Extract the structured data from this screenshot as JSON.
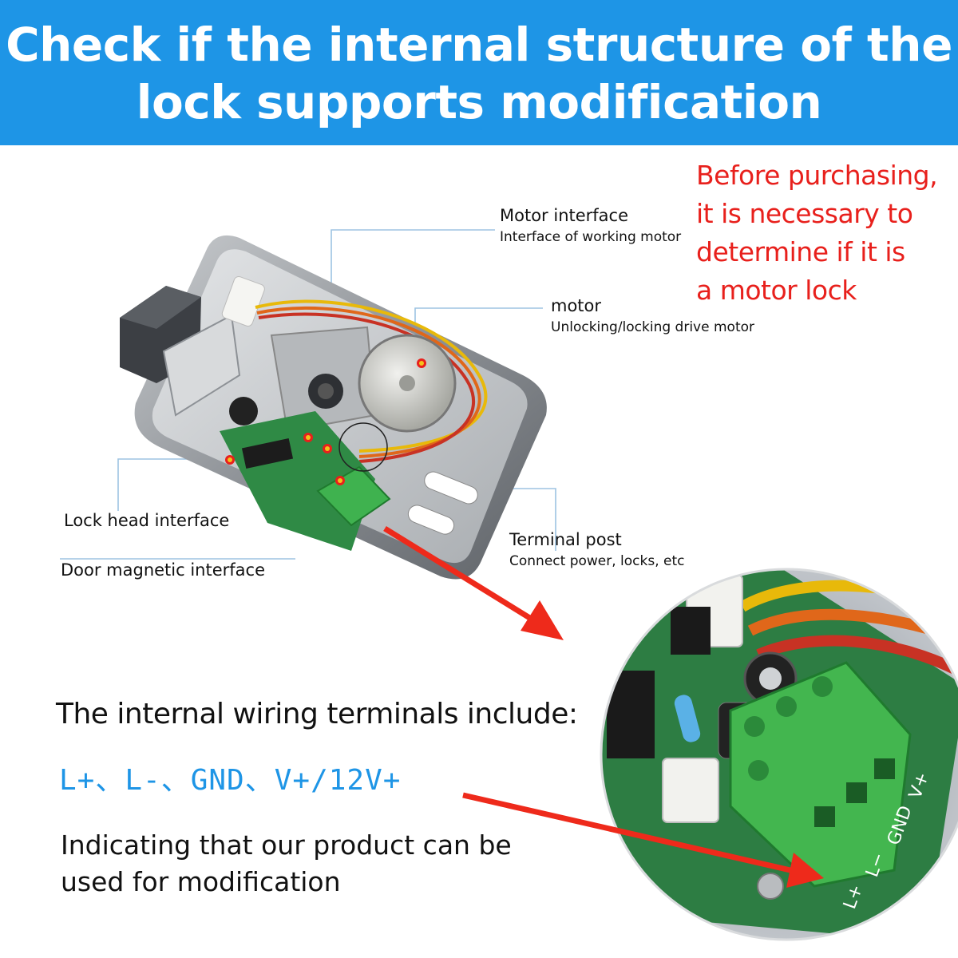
{
  "banner": {
    "line1": "Check if the internal structure of the",
    "line2": "lock supports modification",
    "color": "#1e95e6"
  },
  "warning": {
    "line1": "Before purchasing,",
    "line2": "it is necessary to",
    "line3": "determine if it is",
    "line4": "a motor lock",
    "color": "#e8201c"
  },
  "callouts": {
    "motor_interface": {
      "title": "Motor interface",
      "subtitle": "Interface of working motor"
    },
    "motor": {
      "title": "motor",
      "subtitle": "Unlocking/locking drive motor"
    },
    "lock_head": {
      "title": "Lock head interface"
    },
    "door_magnetic": {
      "title": "Door magnetic interface"
    },
    "terminal_post": {
      "title": "Terminal post",
      "subtitle": "Connect power, locks, etc"
    }
  },
  "wiring": {
    "title": "The internal wiring terminals include:",
    "terminals": "L+、L-、GND、V+/12V+",
    "note_line1": "Indicating that our product can be",
    "note_line2": "used for modification"
  },
  "board_labels": [
    "L+",
    "L−",
    "GND",
    "V+"
  ]
}
